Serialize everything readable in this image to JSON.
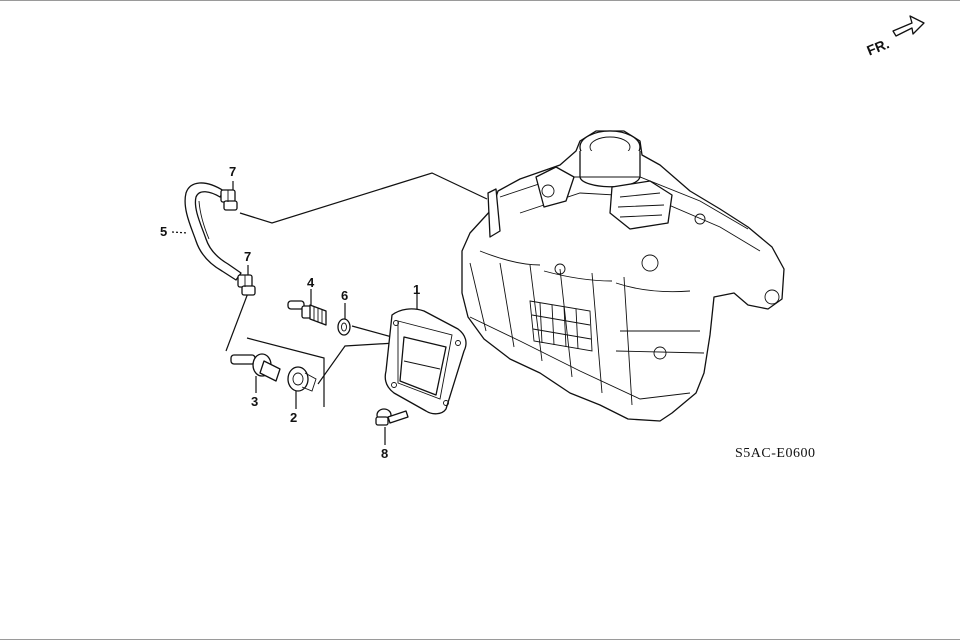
{
  "callouts": [
    {
      "id": "1",
      "text": "1"
    },
    {
      "id": "2",
      "text": "2"
    },
    {
      "id": "3",
      "text": "3"
    },
    {
      "id": "4",
      "text": "4"
    },
    {
      "id": "5",
      "text": "5"
    },
    {
      "id": "6",
      "text": "6"
    },
    {
      "id": "7a",
      "text": "7"
    },
    {
      "id": "7b",
      "text": "7"
    },
    {
      "id": "8",
      "text": "8"
    }
  ],
  "diagram_code": "S5AC-E0600",
  "direction_label": "FR."
}
